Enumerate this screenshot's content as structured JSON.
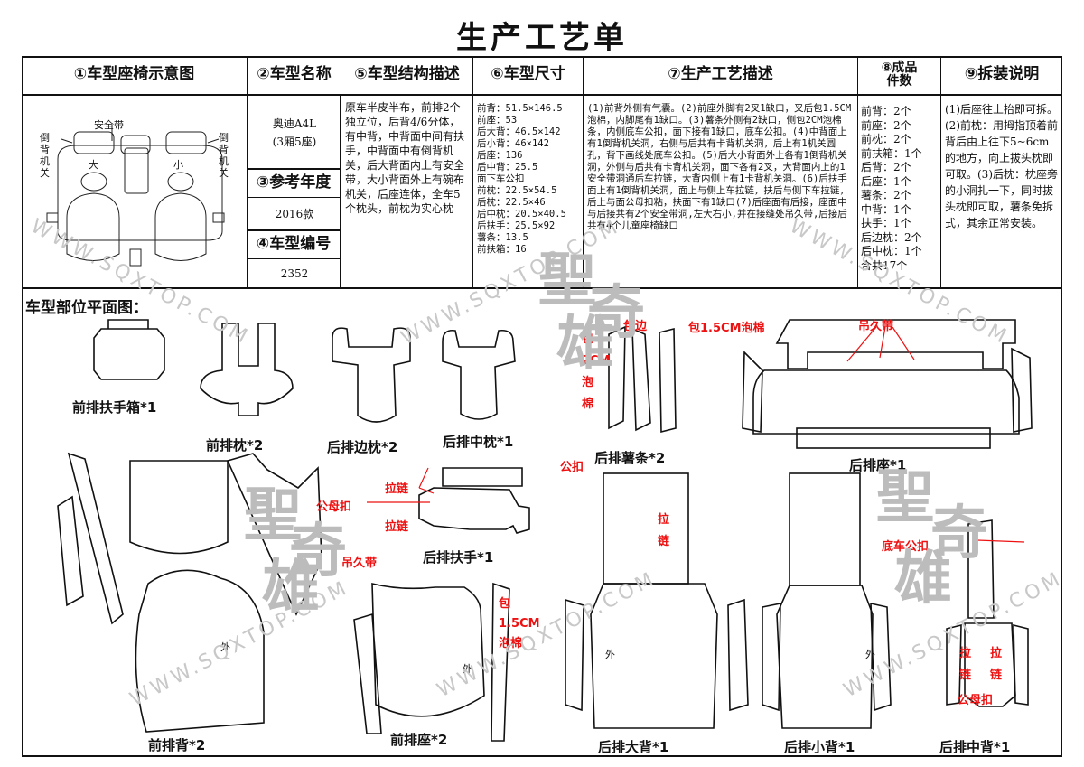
{
  "title": "生产工艺单",
  "headers": {
    "seat_diagram": "①车型座椅示意图",
    "model_name": "②车型名称",
    "ref_year": "③参考年度",
    "model_code": "④车型编号",
    "structure": "⑤车型结构描述",
    "size": "⑥车型尺寸",
    "process": "⑦生产工艺描述",
    "pieces_l1": "⑧成品",
    "pieces_l2": "件数",
    "disassembly": "⑨拆装说明"
  },
  "diagram": {
    "safety_belt": "安全带",
    "left_label": "倒背机关",
    "right_label": "倒背机关",
    "big": "大",
    "small": "小"
  },
  "model_name": "奥迪A4L",
  "model_sub": "(3厢5座)",
  "ref_year": "2016款",
  "model_code": "2352",
  "structure_text": "原车半皮半布，前排2个独立位，后背4/6分体，有中背，中背面中间有扶手，中背面中有倒背机关，后大背面内上有安全带，大小背面外上有碗布机关，后座连体，全车5个枕头，前枕为实心枕",
  "sizes": [
    "前背：51.5×146.5",
    "前座：53",
    "后大背：46.5×142",
    "后小背：46×142",
    "后座：136",
    "后中背：25.5",
    "面下车公扣",
    "前枕：22.5×54.5",
    "后枕：22.5×46",
    "后中枕：20.5×40.5",
    "后扶手：25.5×92",
    "薯条：13.5",
    "前扶箱：16"
  ],
  "process_text": "(1)前背外侧有气囊。(2)前座外脚有2叉1缺口，叉后包1.5CM泡棉，内脚尾有1缺口。(3)薯条外侧有2缺口，侧包2CM泡棉条，内侧底车公扣，面下接有1缺口，底车公扣。(4)中背面上有1倒背机关洞，右侧与后共有卡背机关洞，后上有1机关圆孔，背下画线处底车公扣。(5)后大小背面外上各有1倒背机关洞，外侧与后共有卡背机关洞，面下各有2叉，大背面内上的1安全带洞通后车拉链，大背内侧上有1卡背机关洞。(6)后扶手面上有1倒背机关洞，面上与侧上车拉链，扶后与侧下车拉链，后上与面公母扣粘，扶面下有1缺口(7)后座面有后接，座面中与后接共有2个安全带洞,左大右小,并在接缝处吊久带,后接后共有4个儿童座椅缺口",
  "pieces": [
    "前背：2个",
    "前座：2个",
    "前枕：2个",
    "前扶箱：1个",
    "后背：2个",
    "后座：1个",
    "薯条：2个",
    "中背：1个",
    "扶手：1个",
    "后边枕：2个",
    "后中枕：1个",
    "合共17个"
  ],
  "disassembly_text": "(1)后座往上抬即可拆。(2)前枕：用拇指顶着前背后由上往下5~6cm的地方，向上拔头枕即可取。(3)后枕：枕座旁的小洞扎一下，同时拔头枕即可取，薯条免拆式，其余正常安装。",
  "section_title": "车型部位平面图：",
  "part_labels": {
    "front_armbox": "前排扶手箱*1",
    "front_pillow": "前排枕*2",
    "rear_side_pillow": "后排边枕*2",
    "rear_mid_pillow": "后排中枕*1",
    "rear_chips": "后排薯条*2",
    "rear_seat": "后排座*1",
    "front_back": "前排背*2",
    "rear_armrest": "后排扶手*1",
    "front_seat": "前排座*2",
    "rear_big_back": "后排大背*1",
    "rear_small_back": "后排小背*1",
    "rear_mid_back": "后排中背*1"
  },
  "annotations": {
    "wrap_top": "包边",
    "foam_15": "包1.5CM泡棉",
    "wrap_2cm_foam": "包2CM泡棉",
    "male_buckle": "公扣",
    "hang_strap_1": "吊久带",
    "zipper_1": "拉链",
    "zipper_2": "拉链",
    "mf_buckle": "公母扣",
    "hang_strap_2": "吊久带",
    "wrap_15_foam": "包1.5CM泡棉",
    "zipper_big": "拉链",
    "bottom_male_buckle": "底车公扣",
    "zip_a": "拉链",
    "zip_b": "拉链",
    "mf_buckle_2": "公母扣"
  },
  "outer_marks": [
    "外",
    "外",
    "外",
    "外"
  ],
  "watermark_text": "WWW.SQXTOP.COM",
  "watermark_chars": [
    "聖",
    "奇",
    "雄"
  ],
  "colors": {
    "annotation": "#e11111",
    "watermark": "#c8c8c8"
  }
}
